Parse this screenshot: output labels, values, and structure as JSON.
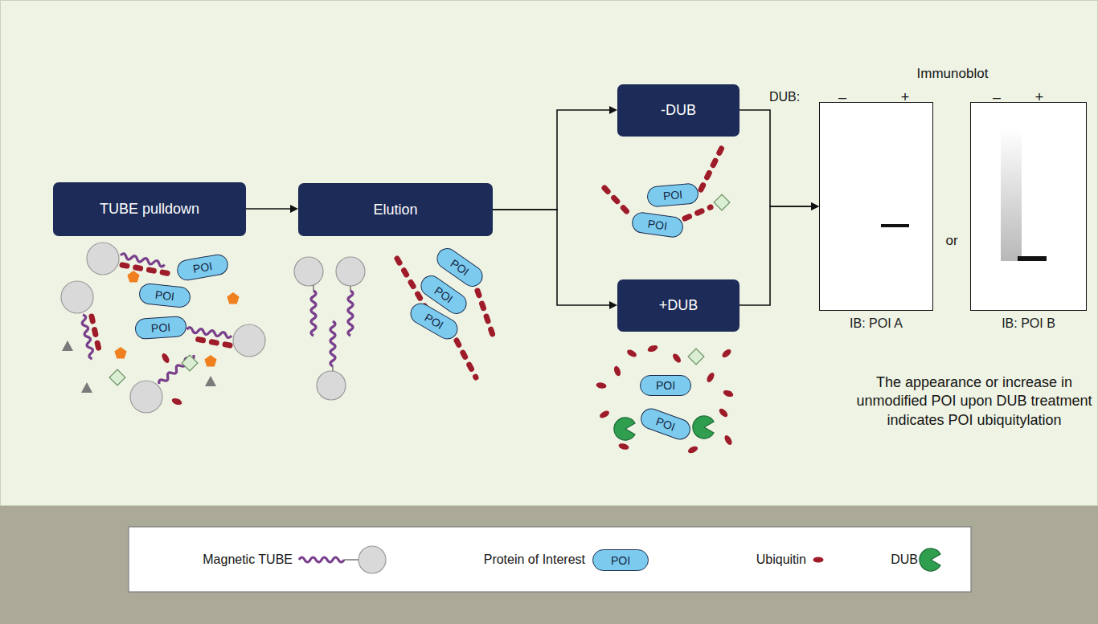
{
  "diagram": {
    "nodes": [
      {
        "text": [
          "TUBE pulldown"
        ]
      },
      {
        "text": [
          "POI"
        ]
      },
      {
        "text": [
          "POI"
        ]
      },
      {
        "text": [
          "POI"
        ]
      },
      {
        "text": [
          "Elution"
        ]
      },
      {
        "text": [
          "POI"
        ]
      },
      {
        "text": [
          "POI"
        ]
      },
      {
        "text": [
          "POI"
        ]
      },
      {
        "text": [
          "-DUB"
        ]
      },
      {
        "text": [
          "POI"
        ]
      },
      {
        "text": [
          "POI"
        ]
      },
      {
        "text": [
          "+DUB"
        ]
      },
      {
        "text": [
          "POI"
        ]
      },
      {
        "text": [
          "POI"
        ]
      },
      {
        "text": [
          "IB: POI A"
        ]
      },
      {
        "text": [
          "IB: POI B"
        ]
      }
    ],
    "edges": [
      {
        "from": 0,
        "to": 4,
        "arrow": "to"
      },
      {
        "from": 4,
        "to": 8,
        "arrow": "to"
      },
      {
        "from": 4,
        "to": 11,
        "arrow": "to"
      },
      {
        "from": 8,
        "to": 14,
        "arrow": "to"
      },
      {
        "from": 11,
        "to": 14,
        "arrow": "to"
      }
    ],
    "labels": [
      "Immunoblot",
      "DUB:",
      "–",
      "+",
      "–",
      "+",
      "or",
      "The appearance or increase in unmodified POI upon DUB treatment indicates POI ubiquitylation",
      "POI"
    ],
    "legend": [
      {
        "text": "Magnetic TUBE"
      },
      {
        "text": "Protein of Interest"
      },
      {
        "text": "Ubiquitin"
      },
      {
        "text": "DUB"
      }
    ]
  }
}
